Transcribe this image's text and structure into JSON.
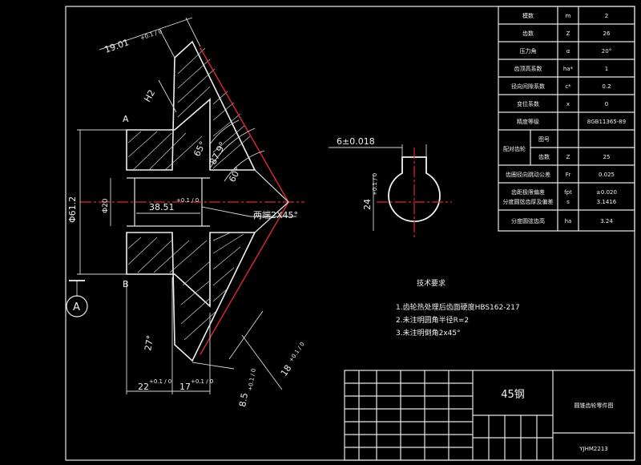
{
  "colors": {
    "background": "#000000",
    "line": "#e8e8e8",
    "centerline": "#e02a2a"
  },
  "dims": {
    "top_width": "19.01",
    "top_width_tol": "+0.1 / 0",
    "h2": "H2",
    "label_a": "A",
    "label_b": "B",
    "dia_outer": "Φ61.2",
    "dia_bore": "Φ20",
    "bore_len": "38.51",
    "bore_len_tol": "+0.1 / 0",
    "ang_65": "65°",
    "ang_879": "87.9°",
    "ang_60": "60°",
    "chamfer": "两端2X45°",
    "ang_27": "27°",
    "len_22": "22",
    "len_22_tol": "+0.1 / 0",
    "len_17": "17",
    "len_17_tol": "+0.1 / 0",
    "len_85": "8.5",
    "len_85_tol": "+0.1 / 0",
    "len_18": "18",
    "len_18_tol": "+0.1 / 0",
    "datum": "A",
    "key_width": "6±0.018",
    "key_height": "24",
    "key_height_tol": "+0.1 / 0"
  },
  "notes": {
    "title": "技术要求",
    "items": [
      "1.齿轮热处理后齿面硬度HBS162-217",
      "2.未注明圆角半径R=2",
      "3.未注明倒角2x45°"
    ]
  },
  "params": [
    {
      "name": "模数",
      "sym": "m",
      "val": "2"
    },
    {
      "name": "齿数",
      "sym": "Z",
      "val": "26"
    },
    {
      "name": "压力角",
      "sym": "α",
      "val": "20°"
    },
    {
      "name": "齿顶高系数",
      "sym": "ha*",
      "val": "1"
    },
    {
      "name": "径向间隙系数",
      "sym": "c*",
      "val": "0.2"
    },
    {
      "name": "变位系数",
      "sym": "x",
      "val": "0"
    },
    {
      "name": "精度等级",
      "sym": "",
      "val": "8GB11365-89"
    },
    {
      "name": "图号",
      "sym": "",
      "val": ""
    },
    {
      "name": "齿数",
      "sym": "Z",
      "val": "25"
    },
    {
      "name": "齿圈径向跳动公差",
      "sym": "Fr",
      "val": "0.025"
    },
    {
      "name": "齿距极限偏差",
      "sym": "fpt",
      "val": "±0.020"
    },
    {
      "name": "分度圆弦齿厚及偏差",
      "sym": "s",
      "val": "3.1416"
    },
    {
      "name": "分度圆弦齿高",
      "sym": "ha",
      "val": "3.24"
    }
  ],
  "pair_label": "配对齿轮",
  "title_block": {
    "material": "45钢",
    "name": "圆锥齿轮零件图",
    "drawing_no": "YJHM2213"
  }
}
